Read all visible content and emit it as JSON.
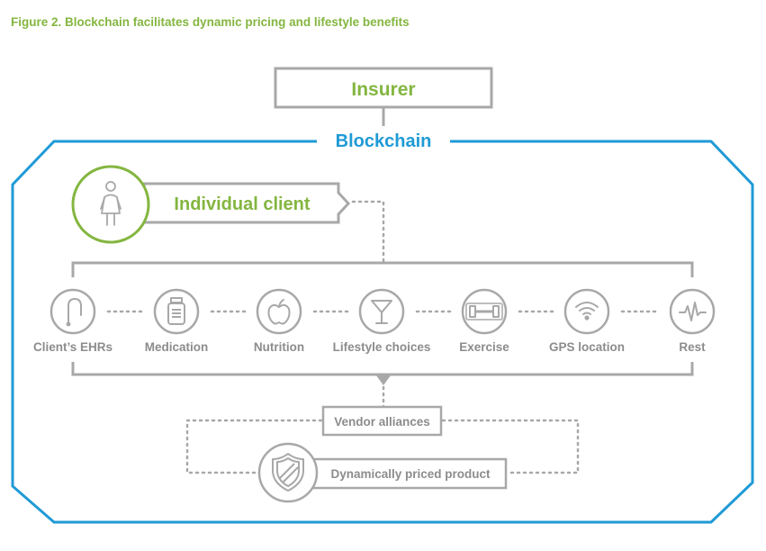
{
  "figure": {
    "title": "Figure 2. Blockchain facilitates dynamic pricing and lifestyle benefits"
  },
  "insurer": {
    "label": "Insurer"
  },
  "blockchain": {
    "label": "Blockchain"
  },
  "client": {
    "label": "Individual client",
    "icon": "person-icon"
  },
  "factors": [
    {
      "label": "Client’s EHRs",
      "icon": "cane-icon"
    },
    {
      "label": "Medication",
      "icon": "medicine-bottle-icon"
    },
    {
      "label": "Nutrition",
      "icon": "apple-icon"
    },
    {
      "label": "Lifestyle choices",
      "icon": "cocktail-glass-icon"
    },
    {
      "label": "Exercise",
      "icon": "dumbbell-icon"
    },
    {
      "label": "GPS location",
      "icon": "wifi-signal-icon"
    },
    {
      "label": "Rest",
      "icon": "heartbeat-icon"
    }
  ],
  "vendor": {
    "label": "Vendor alliances"
  },
  "product": {
    "label": "Dynamically priced product",
    "icon": "shield-icon"
  },
  "colors": {
    "green": "#84b640",
    "blue": "#1f9ad6",
    "gray": "#a8a8a8",
    "dark_gray": "#8c8c8c",
    "text_gray": "#7d7d7d"
  }
}
